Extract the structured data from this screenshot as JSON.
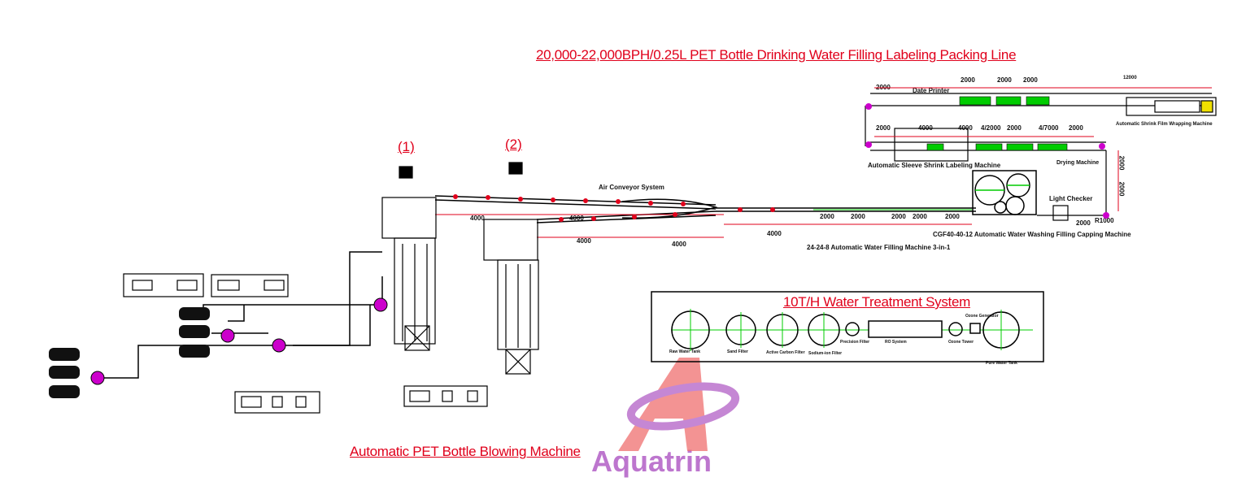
{
  "main_title": "20,000-22,000BPH/0.25L PET Bottle Drinking  Water Filling Labeling Packing Line",
  "blowing_title": "Automatic PET Bottle Blowing Machine",
  "water_treatment_title": "10T/H Water Treatment System",
  "machine_markers": [
    "(1)",
    "(2)"
  ],
  "labels": {
    "air_conveyor": "Air Conveyor System",
    "date_printer": "Date Printer",
    "shrink_wrapping": "Automatic Shrink Film Wrapping Machine",
    "sleeve_labeling": "Automatic Sleeve Shrink Labeling Machine",
    "drying": "Drying Machine",
    "light_checker": "Light Checker",
    "filling_3in1": "24-24-8 Automatic Water Filling Machine 3-in-1",
    "cgf": "CGF40-40-12 Automatic Water Washing Filling Capping Machine",
    "r1000": "R1000"
  },
  "water_treatment_items": {
    "raw_water": "Raw Water Tank",
    "sand": "Sand Filter",
    "carbon": "Active Carbon Filter",
    "sodium": "Sodium-ion Filter",
    "precision": "Precision Filter",
    "ro": "RO System",
    "ozone_tower": "Ozone Tower",
    "ozone_gen": "Ozone Generator",
    "pure_water": "Pure Water Tank"
  },
  "dimensions": {
    "d2000": "2000",
    "d4000": "4000",
    "d4_7000": "4/7000",
    "d4_2000": "4/2000",
    "d12000": "12000"
  },
  "watermark": "Aquatrin",
  "colors": {
    "title_red": "#e0001b",
    "green": "#00cc00",
    "magenta": "#cc00cc",
    "watermark_red": "#f07070",
    "watermark_purple": "#b25fc6"
  }
}
